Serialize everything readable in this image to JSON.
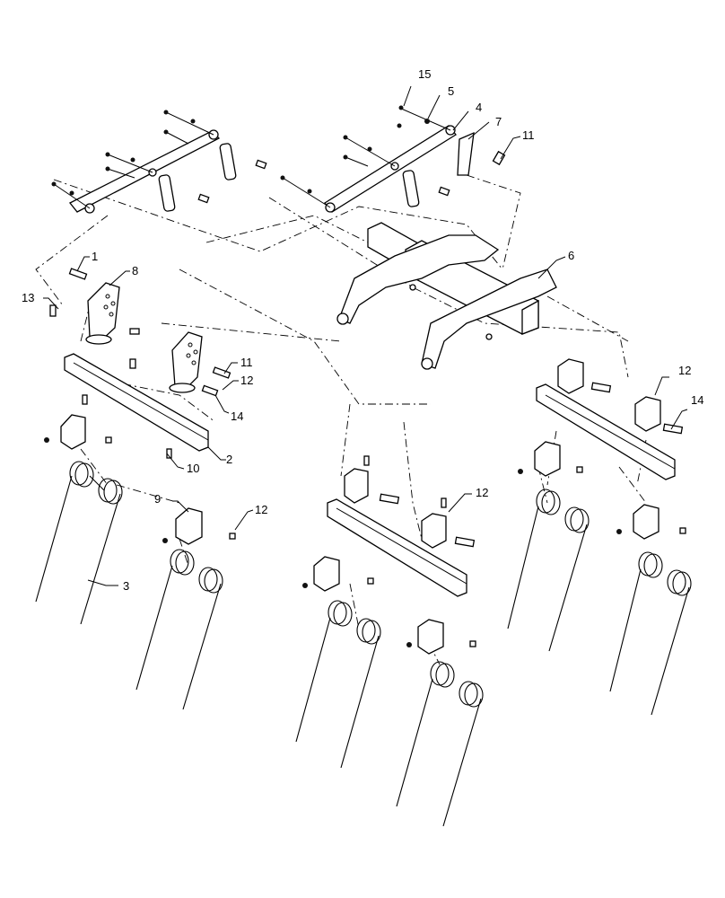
{
  "callouts": {
    "c1": "1",
    "c2": "2",
    "c3": "3",
    "c4": "4",
    "c5": "5",
    "c6": "6",
    "c7": "7",
    "c8": "8",
    "c9": "9",
    "c10": "10",
    "c11a": "11",
    "c11b": "11",
    "c12a": "12",
    "c12b": "12",
    "c12c": "12",
    "c12d": "12",
    "c13": "13",
    "c14a": "14",
    "c14b": "14",
    "c15": "15"
  }
}
